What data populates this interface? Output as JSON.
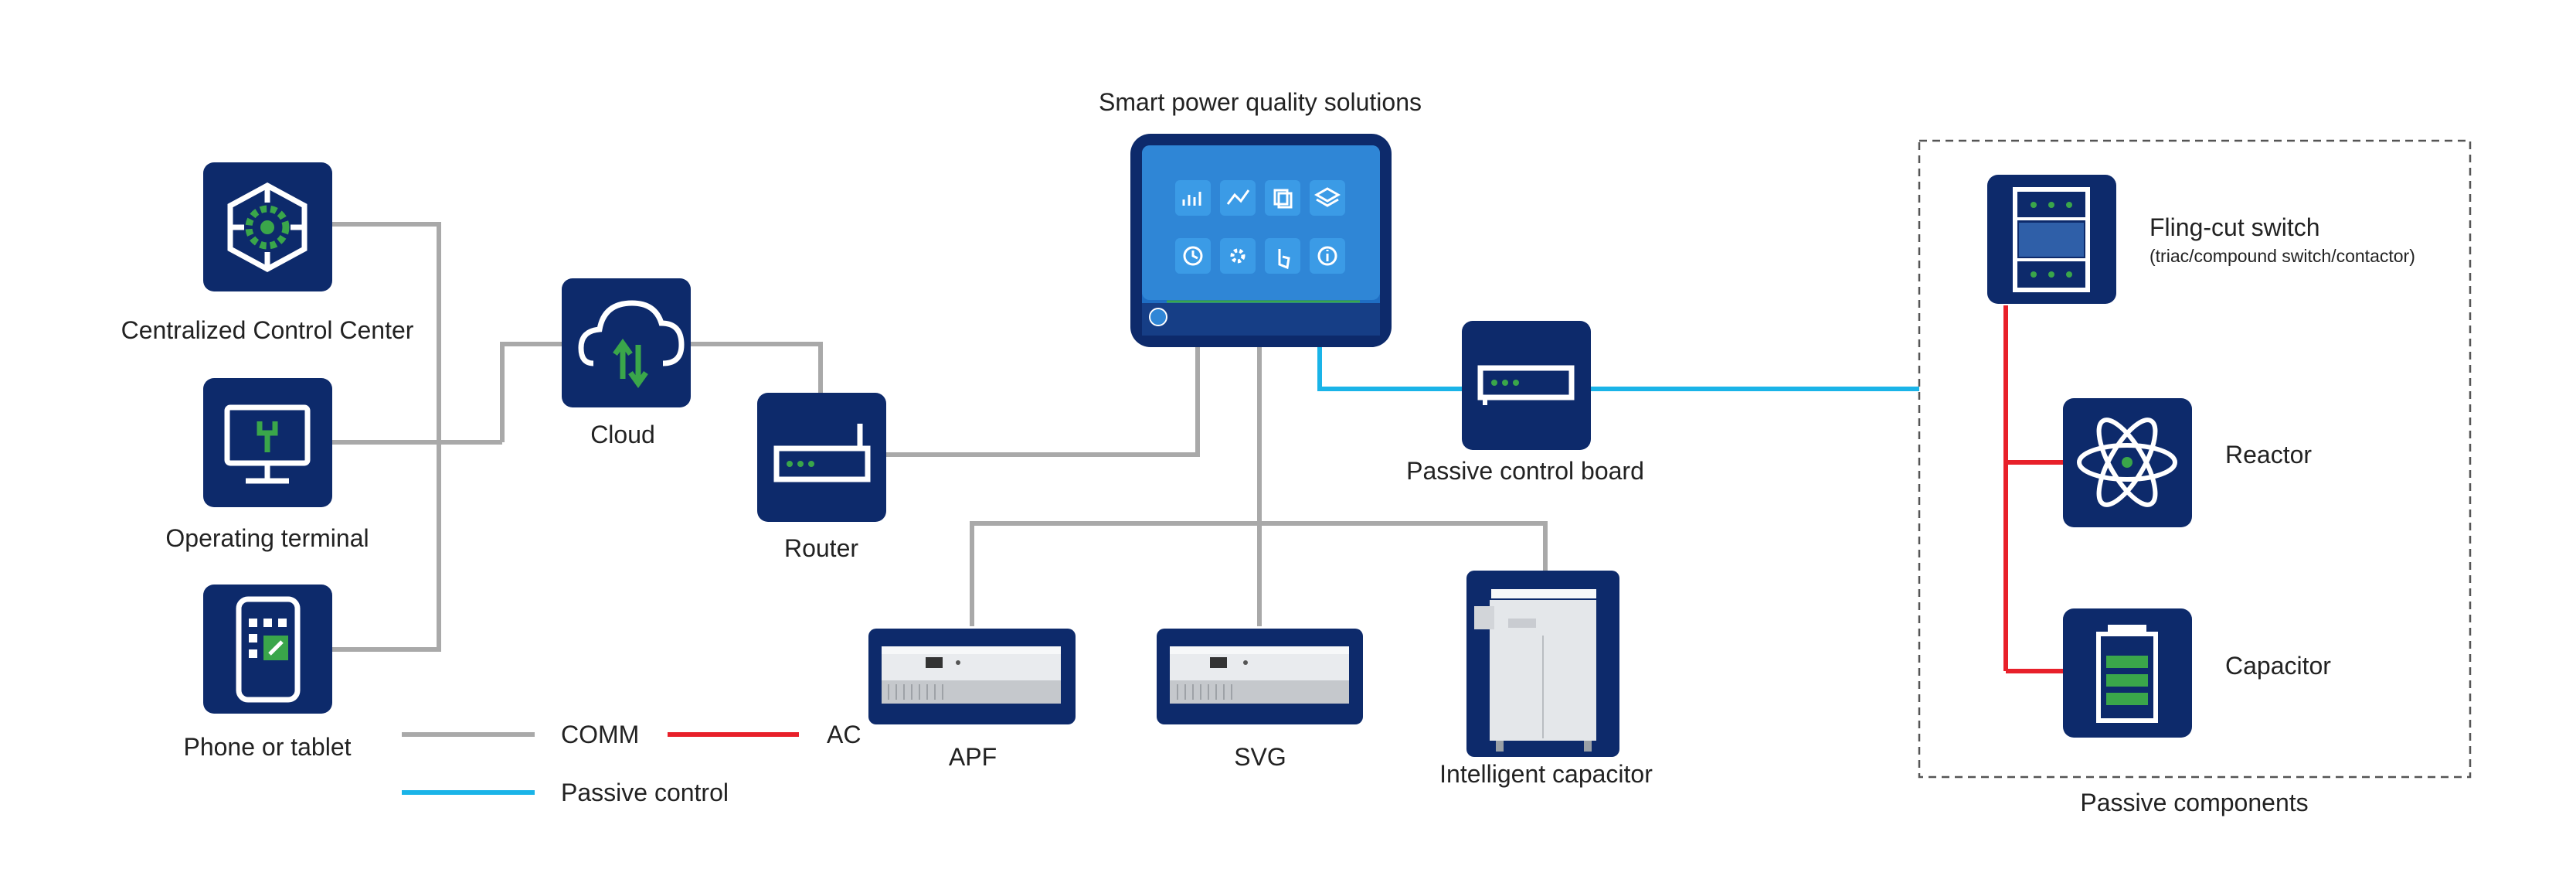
{
  "title": "Smart power quality solutions",
  "devices": {
    "control_center": "Centralized Control Center",
    "operating_terminal": "Operating terminal",
    "phone_tablet": "Phone or tablet",
    "cloud": "Cloud",
    "router": "Router",
    "passive_board": "Passive control board",
    "apf": "APF",
    "svg": "SVG",
    "intelligent_capacitor": "Intelligent capacitor"
  },
  "passive": {
    "group_label": "Passive components",
    "fling_cut_title": "Fling-cut switch",
    "fling_cut_subtitle": "(triac/compound switch/contactor)",
    "reactor": "Reactor",
    "capacitor": "Capacitor"
  },
  "legend": {
    "comm": "COMM",
    "ac": "AC",
    "passive_control": "Passive control"
  },
  "colors": {
    "navy": "#0d2a6b",
    "comm_line": "#a9a9a9",
    "ac_line": "#e8202a",
    "passive_line": "#1ab4e8",
    "accent_green": "#3aa64a",
    "screen_blue": "#2f86d6"
  }
}
